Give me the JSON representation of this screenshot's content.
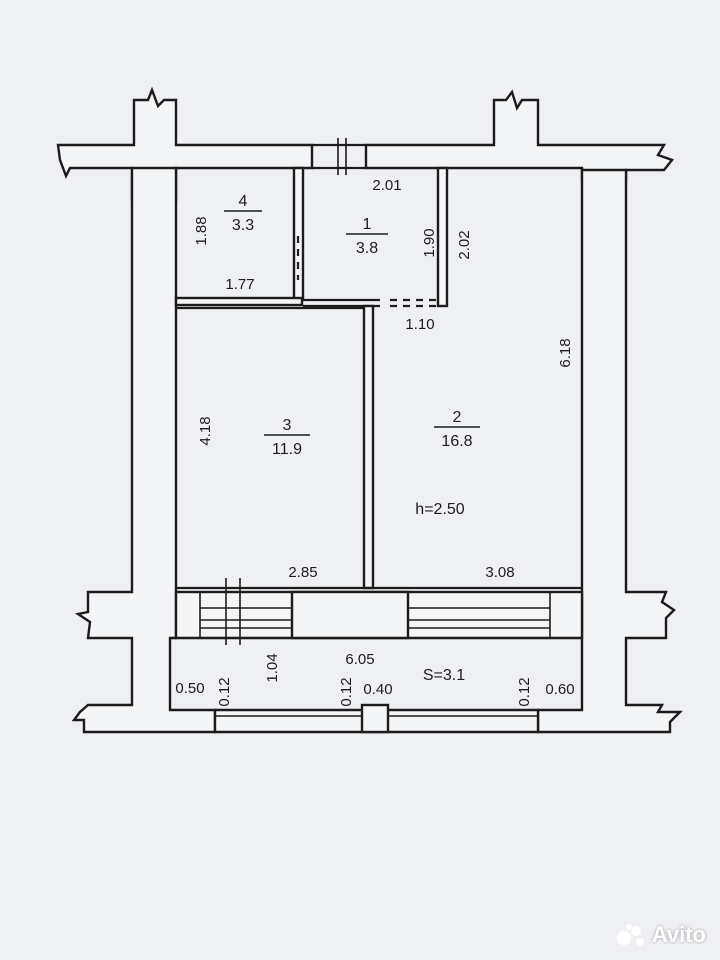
{
  "rooms": [
    {
      "number": "1",
      "area": "3.8"
    },
    {
      "number": "2",
      "area": "16.8"
    },
    {
      "number": "3",
      "area": "11.9"
    },
    {
      "number": "4",
      "area": "3.3"
    }
  ],
  "ceiling_height": "h=2.50",
  "balcony_area": "S=3.1",
  "dimensions": {
    "d_2_01": "2.01",
    "d_1_88": "1.88",
    "d_1_90": "1.90",
    "d_2_02": "2.02",
    "d_1_77": "1.77",
    "d_1_10": "1.10",
    "d_6_18": "6.18",
    "d_4_18": "4.18",
    "d_2_85": "2.85",
    "d_3_08": "3.08",
    "d_6_05": "6.05",
    "d_0_50": "0.50",
    "d_0_12_a": "0.12",
    "d_1_04": "1.04",
    "d_0_12_b": "0.12",
    "d_0_40": "0.40",
    "d_0_12_c": "0.12",
    "d_0_60": "0.60"
  },
  "watermark": {
    "text": "Avito",
    "icon": "avito-dots-icon"
  },
  "colors": {
    "paper": "#eef0f3",
    "ink": "#1c1c1c"
  }
}
